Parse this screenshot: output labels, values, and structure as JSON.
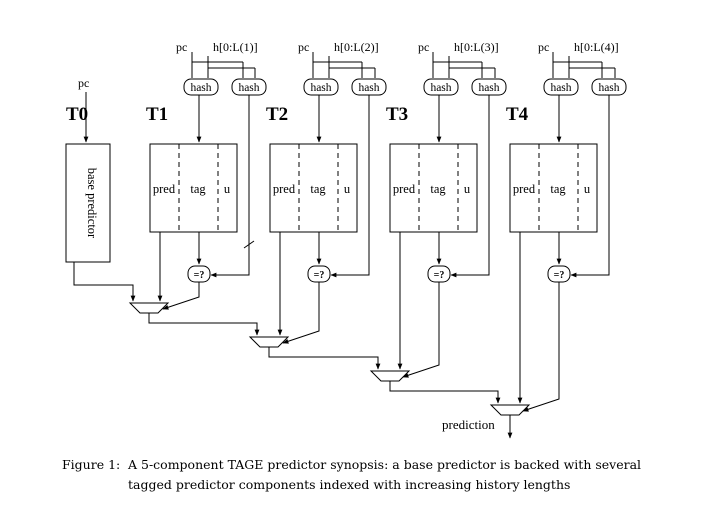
{
  "diagram": {
    "base": {
      "stage_label": "T0",
      "input_label": "pc",
      "box_label": "base predictor"
    },
    "components": [
      {
        "stage_label": "T1",
        "pc_label": "pc",
        "history_label": "h[0:L(1)]"
      },
      {
        "stage_label": "T2",
        "pc_label": "pc",
        "history_label": "h[0:L(2)]"
      },
      {
        "stage_label": "T3",
        "pc_label": "pc",
        "history_label": "h[0:L(3)]"
      },
      {
        "stage_label": "T4",
        "pc_label": "pc",
        "history_label": "h[0:L(4)]"
      }
    ],
    "hash_label": "hash",
    "fields": {
      "pred": "pred",
      "tag": "tag",
      "u": "u"
    },
    "compare_label": "=?",
    "output_label": "prediction"
  },
  "caption": {
    "number": "Figure 1:",
    "line1": "A 5-component TAGE predictor synopsis: a base predictor is backed with several",
    "line2": "tagged predictor components indexed with increasing history lengths"
  }
}
